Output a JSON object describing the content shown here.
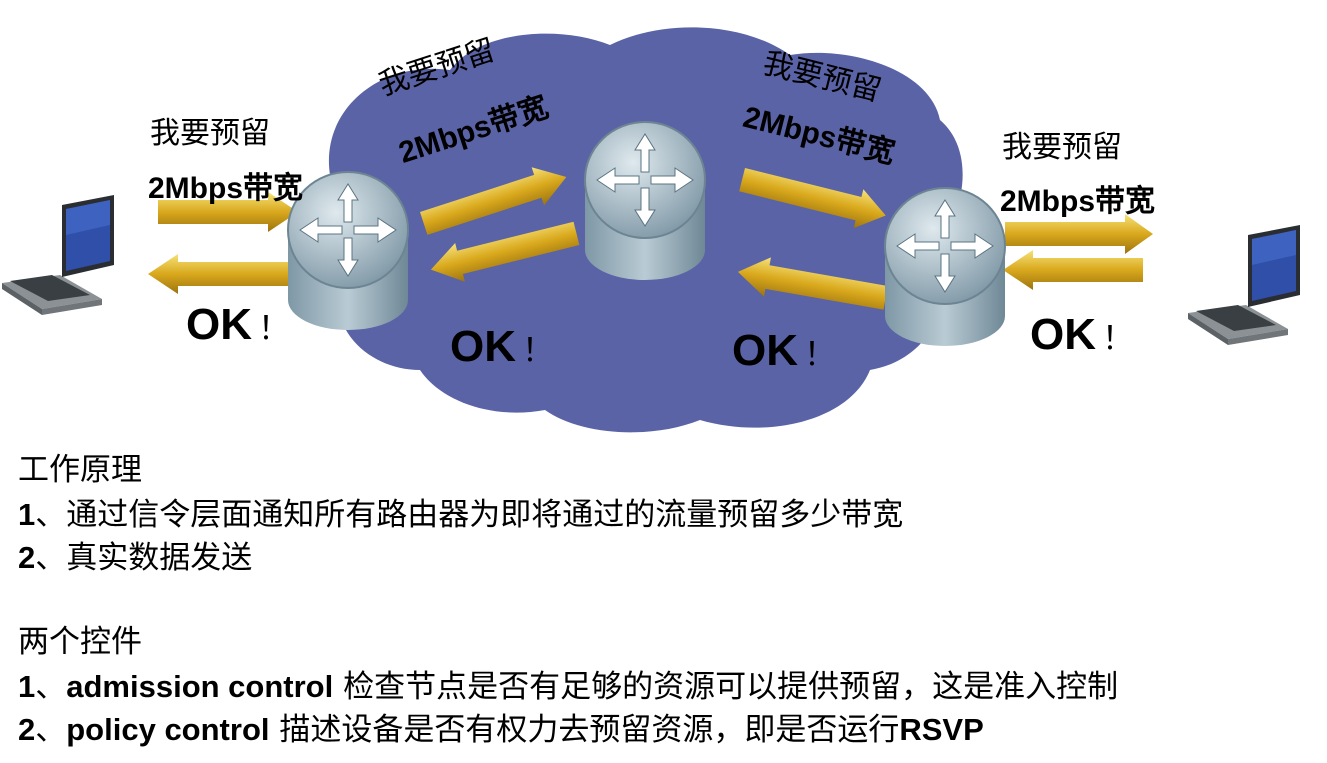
{
  "diagram": {
    "labels": {
      "left_request_1": "我要预留",
      "left_request_2": "2Mbps带宽",
      "left_ok": "OK",
      "mid_left_request_1": "我要预留",
      "mid_left_request_2": "2Mbps带宽",
      "mid_left_ok": "OK",
      "mid_right_request_1": "我要预留",
      "mid_right_request_2": "2Mbps带宽",
      "mid_right_ok": "OK",
      "right_request_1": "我要预留",
      "right_request_2": "2Mbps带宽",
      "right_ok": "OK",
      "exclaim": "！"
    },
    "colors": {
      "cloud": "#5a63a6",
      "arrow": "#e0b42a",
      "router_body": "#9eb4bf",
      "router_top": "#c9d9e1"
    }
  },
  "text": {
    "section1_title": "工作原理",
    "s1_item1_num": "1",
    "s1_item1_text": "、通过信令层面通知所有路由器为即将通过的流量预留多少带宽",
    "s1_item2_num": "2",
    "s1_item2_text": "、真实数据发送",
    "section2_title": "两个控件",
    "s2_item1_num": "1",
    "s2_item1_sep": "、",
    "s2_item1_en": "admission control",
    "s2_item1_text": " 检查节点是否有足够的资源可以提供预留，这是准入控制",
    "s2_item2_num": "2",
    "s2_item2_sep": "、",
    "s2_item2_en": "policy control",
    "s2_item2_text": " 描述设备是否有权力去预留资源，即是否运行",
    "s2_item2_end": "RSVP"
  }
}
